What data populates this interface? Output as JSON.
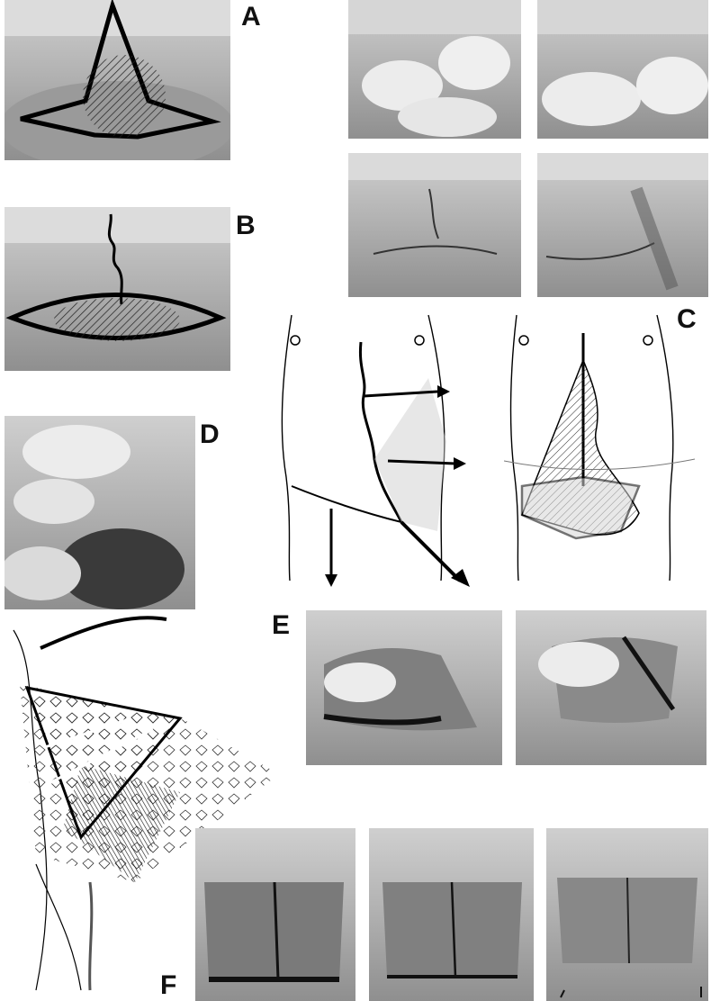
{
  "panel_labels": {
    "a": "A",
    "b": "B",
    "c": "C",
    "d": "D",
    "e": "E",
    "f": "F"
  }
}
